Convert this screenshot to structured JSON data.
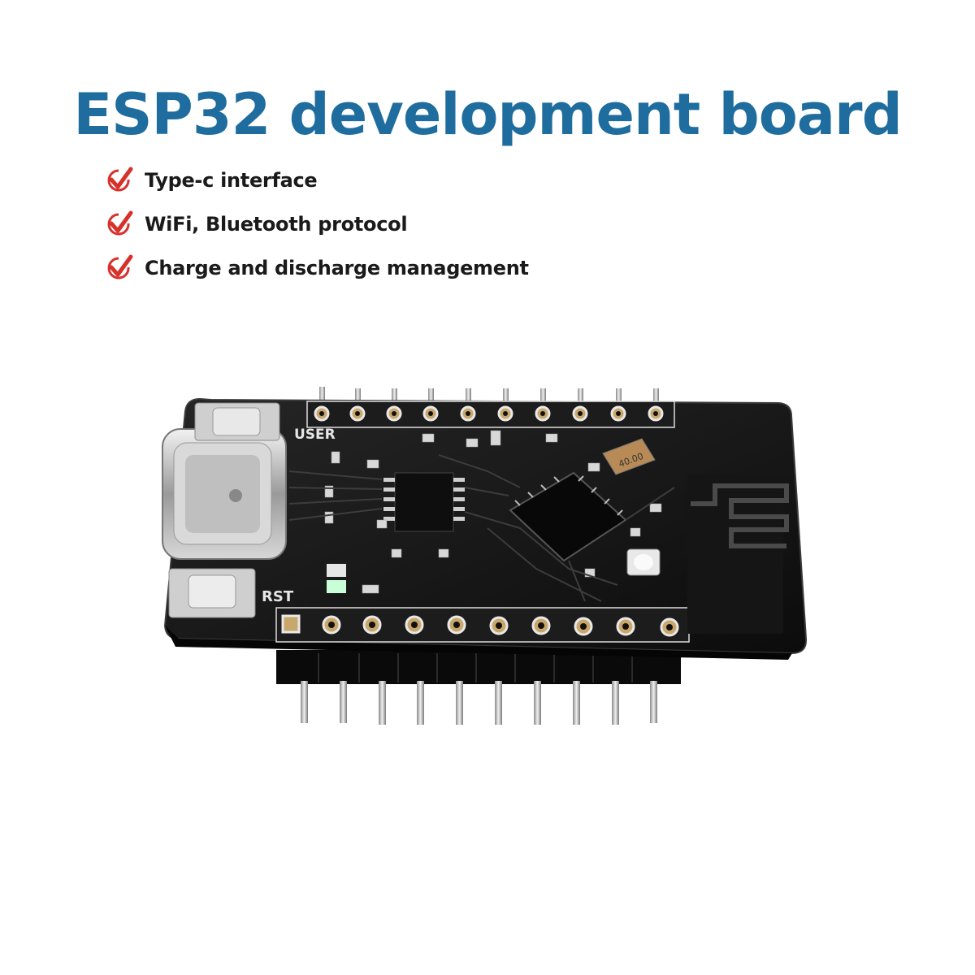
{
  "header": {
    "title": "ESP32 development board"
  },
  "features": [
    {
      "label": "Type-c interface",
      "icon": "check-icon"
    },
    {
      "label": "WiFi, Bluetooth protocol",
      "icon": "check-icon"
    },
    {
      "label": "Charge and discharge management",
      "icon": "check-icon"
    }
  ],
  "board": {
    "silkscreen_user": "USER",
    "silkscreen_rst": "RST",
    "crystal_marking": "40.00"
  },
  "colors": {
    "title": "#1e6d9e",
    "check": "#d8302a",
    "pcb": "#141414"
  }
}
